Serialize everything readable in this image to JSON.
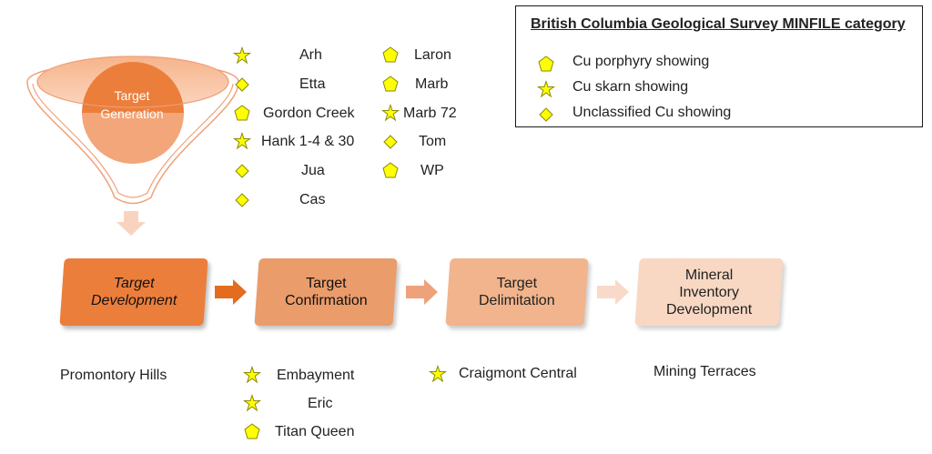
{
  "legend": {
    "title": "British Columbia Geological Survey MINFILE category",
    "items": [
      {
        "symbol": "pentagon-icon",
        "label": "Cu porphyry showing"
      },
      {
        "symbol": "star-icon",
        "label": "Cu skarn showing"
      },
      {
        "symbol": "diamond-icon",
        "label": "Unclassified Cu showing"
      }
    ]
  },
  "funnel": {
    "label_line1": "Target",
    "label_line2": "Generation"
  },
  "generation_showings": {
    "left": [
      {
        "symbol": "star-icon",
        "name": "Arh"
      },
      {
        "symbol": "diamond-icon",
        "name": "Etta"
      },
      {
        "symbol": "pentagon-icon",
        "name": "Gordon Creek"
      },
      {
        "symbol": "star-icon",
        "name": "Hank 1-4 & 30"
      },
      {
        "symbol": "diamond-icon",
        "name": "Jua"
      },
      {
        "symbol": "diamond-icon",
        "name": "Cas"
      }
    ],
    "right": [
      {
        "symbol": "pentagon-icon",
        "name": "Laron"
      },
      {
        "symbol": "pentagon-icon",
        "name": "Marb"
      },
      {
        "symbol": "star-icon",
        "name": "Marb 72"
      },
      {
        "symbol": "diamond-icon",
        "name": "Tom"
      },
      {
        "symbol": "pentagon-icon",
        "name": "WP"
      }
    ]
  },
  "stages": [
    {
      "label": "Target\nDevelopment",
      "color": "#ec7e3c"
    },
    {
      "label": "Target\nConfirmation",
      "color": "#eb9c6b"
    },
    {
      "label": "Target\nDelimitation",
      "color": "#f1b48c"
    },
    {
      "label": "Mineral\nInventory\nDevelopment",
      "color": "#f8d8c3"
    }
  ],
  "stage_projects": {
    "development": [
      {
        "symbol": "none",
        "name": "Promontory Hills"
      }
    ],
    "confirmation": [
      {
        "symbol": "star-icon",
        "name": "Embayment"
      },
      {
        "symbol": "star-icon",
        "name": "Eric"
      },
      {
        "symbol": "pentagon-icon",
        "name": "Titan Queen"
      }
    ],
    "delimitation": [
      {
        "symbol": "star-icon",
        "name": "Craigmont Central"
      }
    ],
    "inventory": [
      {
        "symbol": "none",
        "name": "Mining Terraces"
      }
    ]
  },
  "colors": {
    "symbol_fill": "#ffff00",
    "symbol_stroke": "#8a8a00"
  }
}
